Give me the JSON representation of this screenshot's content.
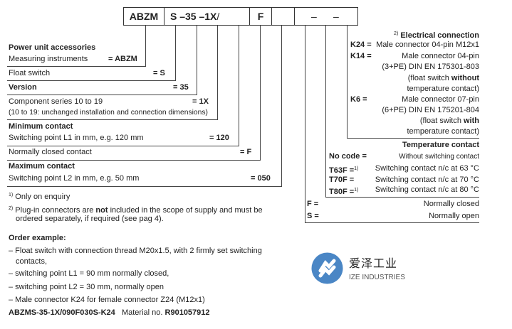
{
  "code": {
    "box1": "ABZM",
    "box2": "S –35 –1X",
    "slash": "/",
    "box3": "F",
    "box4": "",
    "box5a": "–",
    "box5b": "–"
  },
  "left": {
    "power_title": "Power unit accessories",
    "measuring": "Measuring instruments",
    "measuring_code": "= ABZM",
    "float": "Float switch",
    "float_code": "= S",
    "version": "Version",
    "version_code": "= 35",
    "series": "Component series 10 to 19",
    "series_code": "= 1X",
    "series_note": "(10 to 19: unchanged installation and connection dimensions)",
    "min_title": "Minimum contact",
    "min_text": "Switching point L1 in mm, e.g. 120 mm",
    "min_code": "= 120",
    "nc": "Normally closed contact",
    "nc_code": "= F",
    "max_title": "Maximum contact",
    "max_text": "Switching point L2 in mm, e.g. 50 mm",
    "max_code": "= 050"
  },
  "footnotes": {
    "f1_mark": "1)",
    "f1": "Only on enquiry",
    "f2_mark": "2)",
    "f2a_pre": "Plug-in connectors are ",
    "f2a_bold": "not",
    "f2a_post": " included in the scope of supply and must be",
    "f2b": "ordered separately, if required (see pag 4)."
  },
  "order": {
    "title": "Order example:",
    "items": [
      "– Float switch with connection thread M20x1.5, with 2 firmly set switching",
      "contacts,",
      "– switching point L1 = 90 mm normally closed,",
      "– switching point L2 = 30 mm, normally open",
      "– Male connector K24 for female connector Z24 (M12x1)"
    ],
    "code": "ABZMS-35-1X/090F030S-K24",
    "material_label": "Material no.",
    "material_no": "R901057912"
  },
  "right": {
    "elec_mark": "2)",
    "elec_title": "Electrical connection",
    "k24": "K24 =",
    "k24_text": "Male connector 04-pin M12x1",
    "k14": "K14 =",
    "k14_text1": "Male connector 04-pin",
    "k14_text2": "(3+PE) DIN EN 175301-803",
    "k14_text3_pre": "(float switch ",
    "k14_text3_bold": "without",
    "k14_text4": "temperature contact)",
    "k6": "K6 =",
    "k6_text1": "Male connector 07-pin",
    "k6_text2": "(6+PE) DIN EN 175201-804",
    "k6_text3_pre": "(float switch ",
    "k6_text3_bold": "with",
    "k6_text4": "temperature contact)",
    "temp_title": "Temperature contact",
    "nocode": "No code =",
    "nocode_text": "Without switching contact",
    "t63": "T63F =",
    "t63_mark": "1)",
    "t63_text": "Switching contact n/c at 63 °C",
    "t70": "T70F =",
    "t70_text": "Switching contact n/c at 70 °C",
    "t80": "T80F =",
    "t80_mark": "1)",
    "t80_text": "Switching contact n/c at 80 °C",
    "f": "F =",
    "f_text": "Normally closed",
    "s": "S =",
    "s_text": "Normally open"
  },
  "logo": {
    "cn": "爱泽工业",
    "en": "IZE INDUSTRIES",
    "color": "#4a86c5"
  }
}
